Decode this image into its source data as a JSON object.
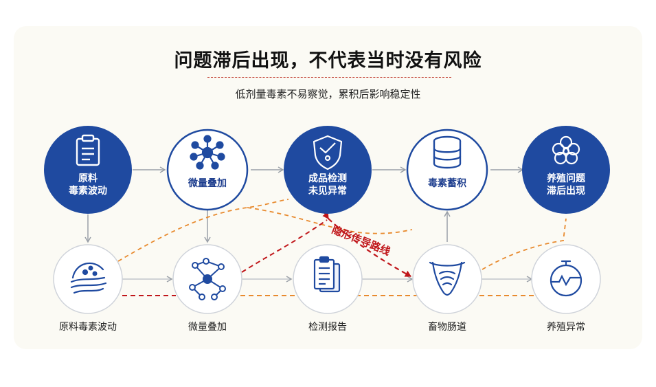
{
  "title": "问题滞后出现，不代表当时没有风险",
  "subtitle": "低剂量毒素不易察觉，累积后影响稳定性",
  "top_nodes": [
    {
      "line1": "原料",
      "line2": "毒素波动",
      "icon": "clipboard-icon"
    },
    {
      "line1": "微量叠加",
      "line2": "",
      "icon": "network-icon"
    },
    {
      "line1": "成品检测",
      "line2": "未见异常",
      "icon": "shield-check-icon"
    },
    {
      "line1": "毒素蓄积",
      "line2": "",
      "icon": "database-stack-icon"
    },
    {
      "line1": "养殖问题",
      "line2": "滞后出现",
      "icon": "flower-icon"
    }
  ],
  "bottom_nodes": [
    {
      "label": "原料毒素波动",
      "icon": "grain-bowl-icon"
    },
    {
      "label": "微量叠加",
      "icon": "molecule-network-icon"
    },
    {
      "label": "检测报告",
      "icon": "report-document-icon"
    },
    {
      "label": "畜物肠道",
      "icon": "intestine-icon"
    },
    {
      "label": "养殖异常",
      "icon": "gauge-timer-icon"
    }
  ],
  "hidden_path_label": "隐形传导路线",
  "colors": {
    "primary_blue": "#1f4aa0",
    "outline_blue": "#1f4aa0",
    "bottom_circle_border": "#cfd3da",
    "arrow_gray": "#9aa0a8",
    "orange_dash": "#e88a2e",
    "red_dash": "#c0161a"
  }
}
